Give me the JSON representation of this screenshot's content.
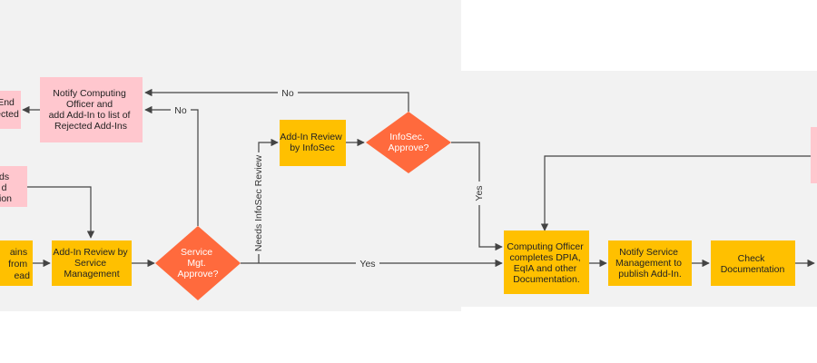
{
  "colors": {
    "canvas": "#f2f2f2",
    "process": "#ffc000",
    "decision": "#ff6a3d",
    "note": "#ffc7ce",
    "line": "#444444"
  },
  "nodes": {
    "end_rejected": [
      "End",
      "ected"
    ],
    "notify_rejected": [
      "Notify Computing",
      "Officer and",
      "add Add-In to list of",
      "Rejected Add-Ins"
    ],
    "needs_doc": [
      "ds",
      "d",
      "ion"
    ],
    "obtains": [
      "ains",
      "from",
      "ead"
    ],
    "review_service": [
      "Add-In Review by",
      "Service",
      "Management"
    ],
    "service_approve": [
      "Service",
      "Mgt.",
      "Approve?"
    ],
    "review_infosec": [
      "Add-In Review",
      "by InfoSec"
    ],
    "infosec_approve": [
      "InfoSec.",
      "Approve?"
    ],
    "completes_dpia": [
      "Computing Officer",
      "completes DPIA,",
      "EqIA and other",
      "Documentation."
    ],
    "notify_publish": [
      "Notify Service",
      "Management to",
      "publish Add-In."
    ],
    "check_doc": [
      "Check",
      "Documentation"
    ]
  },
  "edges": {
    "no_top": "No",
    "no_service": "No",
    "needs_infosec": "Needs InfoSec Review",
    "yes_infosec": "Yes",
    "yes_service": "Yes"
  }
}
